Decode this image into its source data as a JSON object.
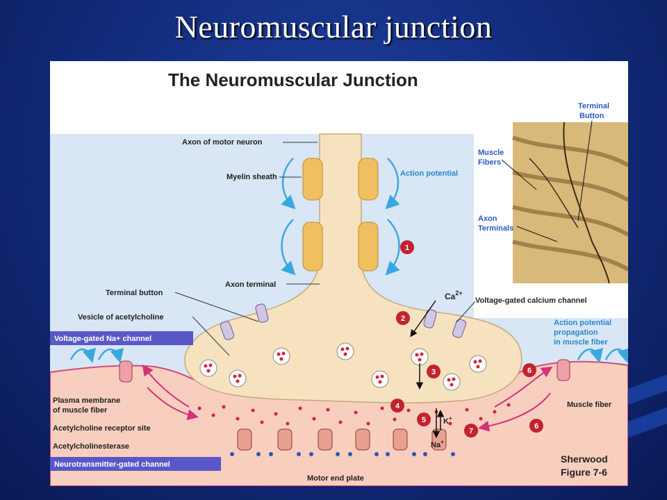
{
  "slide": {
    "title": "Neuromuscular junction"
  },
  "figure": {
    "title": "The Neuromuscular Junction",
    "labels": {
      "axon_motor_neuron": "Axon of motor neuron",
      "myelin_sheath": "Myelin sheath",
      "action_potential": "Action potential",
      "axon_terminal": "Axon terminal",
      "terminal_button": "Terminal button",
      "vesicle_ach": "Vesicle of acetylcholine",
      "vg_na_channel": "Voltage-gated Na+ channel",
      "plasma_membrane_1": "Plasma membrane",
      "plasma_membrane_2": "of muscle fiber",
      "ach_receptor_site": "Acetylcholine receptor site",
      "acetylcholinesterase": "Acetylcholinesterase",
      "nt_gated_channel": "Neurotransmitter-gated channel",
      "motor_end_plate": "Motor end plate",
      "ca_ion": "Ca",
      "ca_charge": "2+",
      "vg_ca_channel": "Voltage-gated calcium channel",
      "ap_propagation_1": "Action potential",
      "ap_propagation_2": "propagation",
      "ap_propagation_3": "in muscle fiber",
      "muscle_fiber": "Muscle fiber",
      "k_ion": "K",
      "k_charge": "+",
      "na_ion": "Na",
      "na_charge": "+",
      "credit_1": "Sherwood",
      "credit_2": "Figure 7-6"
    },
    "steps": [
      "1",
      "2",
      "3",
      "4",
      "5",
      "6",
      "6",
      "7"
    ],
    "inset": {
      "terminal_button_1": "Terminal",
      "terminal_button_2": "Button",
      "muscle_fibers_1": "Muscle",
      "muscle_fibers_2": "Fibers",
      "axon_terminals_1": "Axon",
      "axon_terminals_2": "Terminals"
    },
    "colors": {
      "neuron": "#f6e2bf",
      "myelin": "#f0c060",
      "muscle": "#f8cfbf",
      "background_blue": "#d8e6f5",
      "step_badge": "#c2232e",
      "label_box": "#5a57c8",
      "arrow_blue": "#3aa8e0",
      "arrow_magenta": "#d8307a"
    }
  }
}
